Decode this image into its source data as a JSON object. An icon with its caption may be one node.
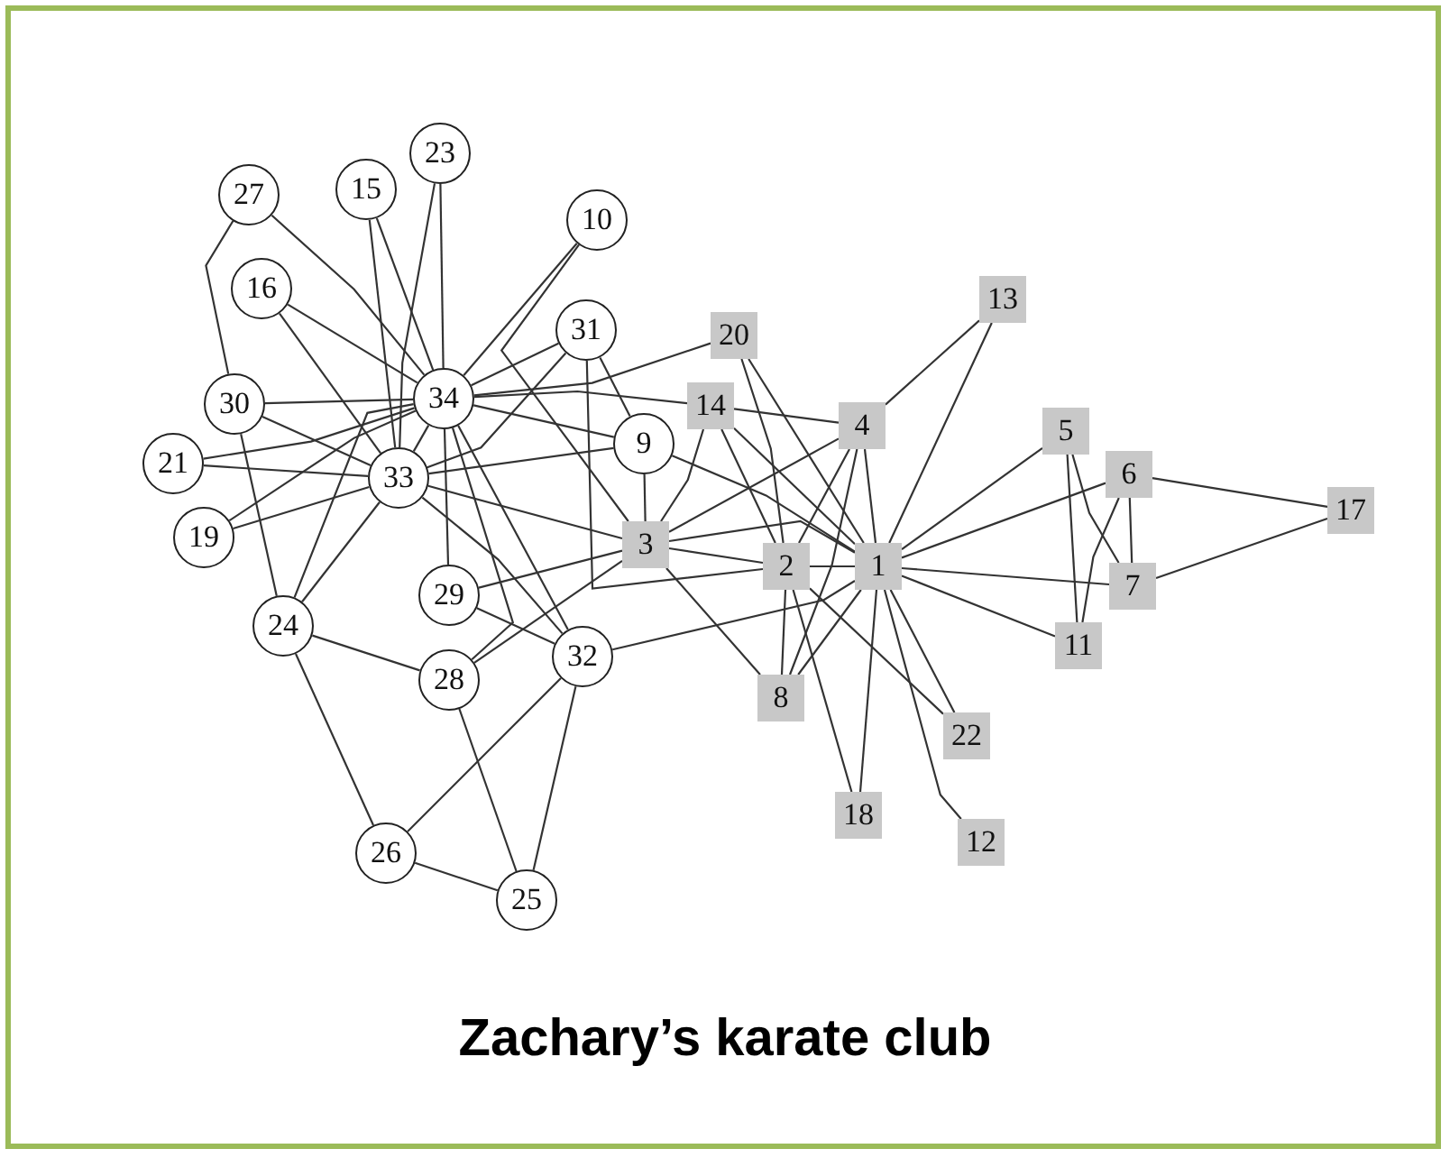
{
  "diagram": {
    "caption": "Zachary’s karate club",
    "nodes": [
      {
        "text": [
          "1"
        ]
      },
      {
        "text": [
          "2"
        ]
      },
      {
        "text": [
          "3"
        ]
      },
      {
        "text": [
          "4"
        ]
      },
      {
        "text": [
          "5"
        ]
      },
      {
        "text": [
          "6"
        ]
      },
      {
        "text": [
          "7"
        ]
      },
      {
        "text": [
          "8"
        ]
      },
      {
        "text": [
          "9"
        ]
      },
      {
        "text": [
          "10"
        ]
      },
      {
        "text": [
          "11"
        ]
      },
      {
        "text": [
          "12"
        ]
      },
      {
        "text": [
          "13"
        ]
      },
      {
        "text": [
          "14"
        ]
      },
      {
        "text": [
          "15"
        ]
      },
      {
        "text": [
          "16"
        ]
      },
      {
        "text": [
          "17"
        ]
      },
      {
        "text": [
          "18"
        ]
      },
      {
        "text": [
          "19"
        ]
      },
      {
        "text": [
          "20"
        ]
      },
      {
        "text": [
          "21"
        ]
      },
      {
        "text": [
          "22"
        ]
      },
      {
        "text": [
          "23"
        ]
      },
      {
        "text": [
          "24"
        ]
      },
      {
        "text": [
          "25"
        ]
      },
      {
        "text": [
          "26"
        ]
      },
      {
        "text": [
          "27"
        ]
      },
      {
        "text": [
          "28"
        ]
      },
      {
        "text": [
          "29"
        ]
      },
      {
        "text": [
          "30"
        ]
      },
      {
        "text": [
          "31"
        ]
      },
      {
        "text": [
          "32"
        ]
      },
      {
        "text": [
          "33"
        ]
      },
      {
        "text": [
          "34"
        ]
      }
    ],
    "edges": [
      {
        "from": 0,
        "to": 1,
        "arrow": "none"
      },
      {
        "from": 0,
        "to": 2,
        "arrow": "none"
      },
      {
        "from": 0,
        "to": 3,
        "arrow": "none"
      },
      {
        "from": 0,
        "to": 4,
        "arrow": "none"
      },
      {
        "from": 0,
        "to": 5,
        "arrow": "none"
      },
      {
        "from": 0,
        "to": 6,
        "arrow": "none"
      },
      {
        "from": 0,
        "to": 7,
        "arrow": "none"
      },
      {
        "from": 0,
        "to": 8,
        "arrow": "none"
      },
      {
        "from": 0,
        "to": 10,
        "arrow": "none"
      },
      {
        "from": 0,
        "to": 11,
        "arrow": "none"
      },
      {
        "from": 0,
        "to": 12,
        "arrow": "none"
      },
      {
        "from": 0,
        "to": 13,
        "arrow": "none"
      },
      {
        "from": 0,
        "to": 17,
        "arrow": "none"
      },
      {
        "from": 0,
        "to": 19,
        "arrow": "none"
      },
      {
        "from": 0,
        "to": 21,
        "arrow": "none"
      },
      {
        "from": 0,
        "to": 31,
        "arrow": "none"
      },
      {
        "from": 1,
        "to": 2,
        "arrow": "none"
      },
      {
        "from": 1,
        "to": 3,
        "arrow": "none"
      },
      {
        "from": 1,
        "to": 7,
        "arrow": "none"
      },
      {
        "from": 1,
        "to": 13,
        "arrow": "none"
      },
      {
        "from": 1,
        "to": 17,
        "arrow": "none"
      },
      {
        "from": 1,
        "to": 19,
        "arrow": "none"
      },
      {
        "from": 1,
        "to": 21,
        "arrow": "none"
      },
      {
        "from": 1,
        "to": 30,
        "arrow": "none"
      },
      {
        "from": 2,
        "to": 3,
        "arrow": "none"
      },
      {
        "from": 2,
        "to": 7,
        "arrow": "none"
      },
      {
        "from": 2,
        "to": 8,
        "arrow": "none"
      },
      {
        "from": 2,
        "to": 9,
        "arrow": "none"
      },
      {
        "from": 2,
        "to": 13,
        "arrow": "none"
      },
      {
        "from": 2,
        "to": 27,
        "arrow": "none"
      },
      {
        "from": 2,
        "to": 28,
        "arrow": "none"
      },
      {
        "from": 2,
        "to": 32,
        "arrow": "none"
      },
      {
        "from": 3,
        "to": 7,
        "arrow": "none"
      },
      {
        "from": 3,
        "to": 12,
        "arrow": "none"
      },
      {
        "from": 3,
        "to": 13,
        "arrow": "none"
      },
      {
        "from": 4,
        "to": 6,
        "arrow": "none"
      },
      {
        "from": 4,
        "to": 10,
        "arrow": "none"
      },
      {
        "from": 5,
        "to": 6,
        "arrow": "none"
      },
      {
        "from": 5,
        "to": 10,
        "arrow": "none"
      },
      {
        "from": 5,
        "to": 16,
        "arrow": "none"
      },
      {
        "from": 6,
        "to": 16,
        "arrow": "none"
      },
      {
        "from": 8,
        "to": 30,
        "arrow": "none"
      },
      {
        "from": 8,
        "to": 32,
        "arrow": "none"
      },
      {
        "from": 8,
        "to": 33,
        "arrow": "none"
      },
      {
        "from": 9,
        "to": 33,
        "arrow": "none"
      },
      {
        "from": 13,
        "to": 33,
        "arrow": "none"
      },
      {
        "from": 14,
        "to": 32,
        "arrow": "none"
      },
      {
        "from": 14,
        "to": 33,
        "arrow": "none"
      },
      {
        "from": 15,
        "to": 32,
        "arrow": "none"
      },
      {
        "from": 15,
        "to": 33,
        "arrow": "none"
      },
      {
        "from": 18,
        "to": 32,
        "arrow": "none"
      },
      {
        "from": 18,
        "to": 33,
        "arrow": "none"
      },
      {
        "from": 19,
        "to": 33,
        "arrow": "none"
      },
      {
        "from": 20,
        "to": 32,
        "arrow": "none"
      },
      {
        "from": 20,
        "to": 33,
        "arrow": "none"
      },
      {
        "from": 22,
        "to": 32,
        "arrow": "none"
      },
      {
        "from": 22,
        "to": 33,
        "arrow": "none"
      },
      {
        "from": 23,
        "to": 25,
        "arrow": "none"
      },
      {
        "from": 23,
        "to": 27,
        "arrow": "none"
      },
      {
        "from": 23,
        "to": 29,
        "arrow": "none"
      },
      {
        "from": 23,
        "to": 32,
        "arrow": "none"
      },
      {
        "from": 23,
        "to": 33,
        "arrow": "none"
      },
      {
        "from": 24,
        "to": 25,
        "arrow": "none"
      },
      {
        "from": 24,
        "to": 27,
        "arrow": "none"
      },
      {
        "from": 24,
        "to": 31,
        "arrow": "none"
      },
      {
        "from": 25,
        "to": 31,
        "arrow": "none"
      },
      {
        "from": 26,
        "to": 29,
        "arrow": "none"
      },
      {
        "from": 26,
        "to": 33,
        "arrow": "none"
      },
      {
        "from": 27,
        "to": 33,
        "arrow": "none"
      },
      {
        "from": 28,
        "to": 31,
        "arrow": "none"
      },
      {
        "from": 28,
        "to": 33,
        "arrow": "none"
      },
      {
        "from": 29,
        "to": 32,
        "arrow": "none"
      },
      {
        "from": 29,
        "to": 33,
        "arrow": "none"
      },
      {
        "from": 30,
        "to": 32,
        "arrow": "none"
      },
      {
        "from": 30,
        "to": 33,
        "arrow": "none"
      },
      {
        "from": 31,
        "to": 32,
        "arrow": "none"
      },
      {
        "from": 31,
        "to": 33,
        "arrow": "none"
      },
      {
        "from": 32,
        "to": 33,
        "arrow": "none"
      }
    ]
  }
}
